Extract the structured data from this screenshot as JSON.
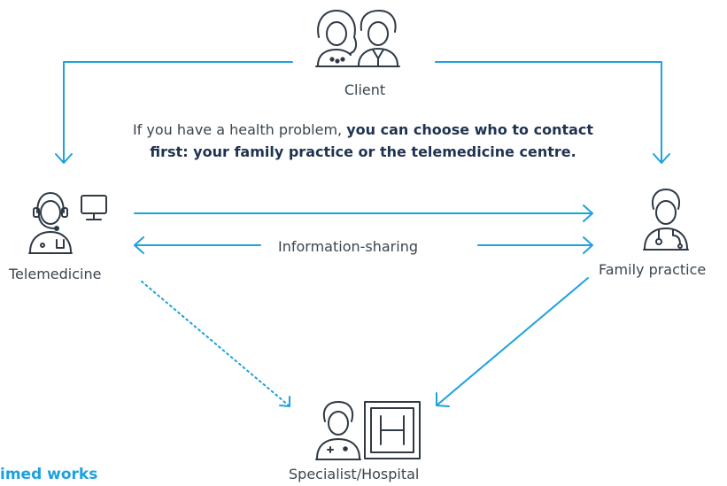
{
  "nodes": {
    "client": {
      "label": "Client",
      "icon": "couple-icon"
    },
    "telemedicine": {
      "label": "Telemedicine",
      "icon": "operator-headset-icon"
    },
    "family_practice": {
      "label": "Family practice",
      "icon": "doctor-icon"
    },
    "specialist": {
      "label": "Specialist/Hospital",
      "icon": "hospital-doctor-icon"
    }
  },
  "intro": {
    "plain": "If you have a health problem, ",
    "bold_line1": "you can choose who to contact",
    "bold_line2": "first: your family practice or the telemedicine centre."
  },
  "edges": {
    "info_sharing_label": "Information-sharing"
  },
  "corner_title": "imed works",
  "colors": {
    "accent": "#1ea1de",
    "icon_stroke": "#2f3a46",
    "text": "#3a4550",
    "bold_text": "#1f3350"
  }
}
